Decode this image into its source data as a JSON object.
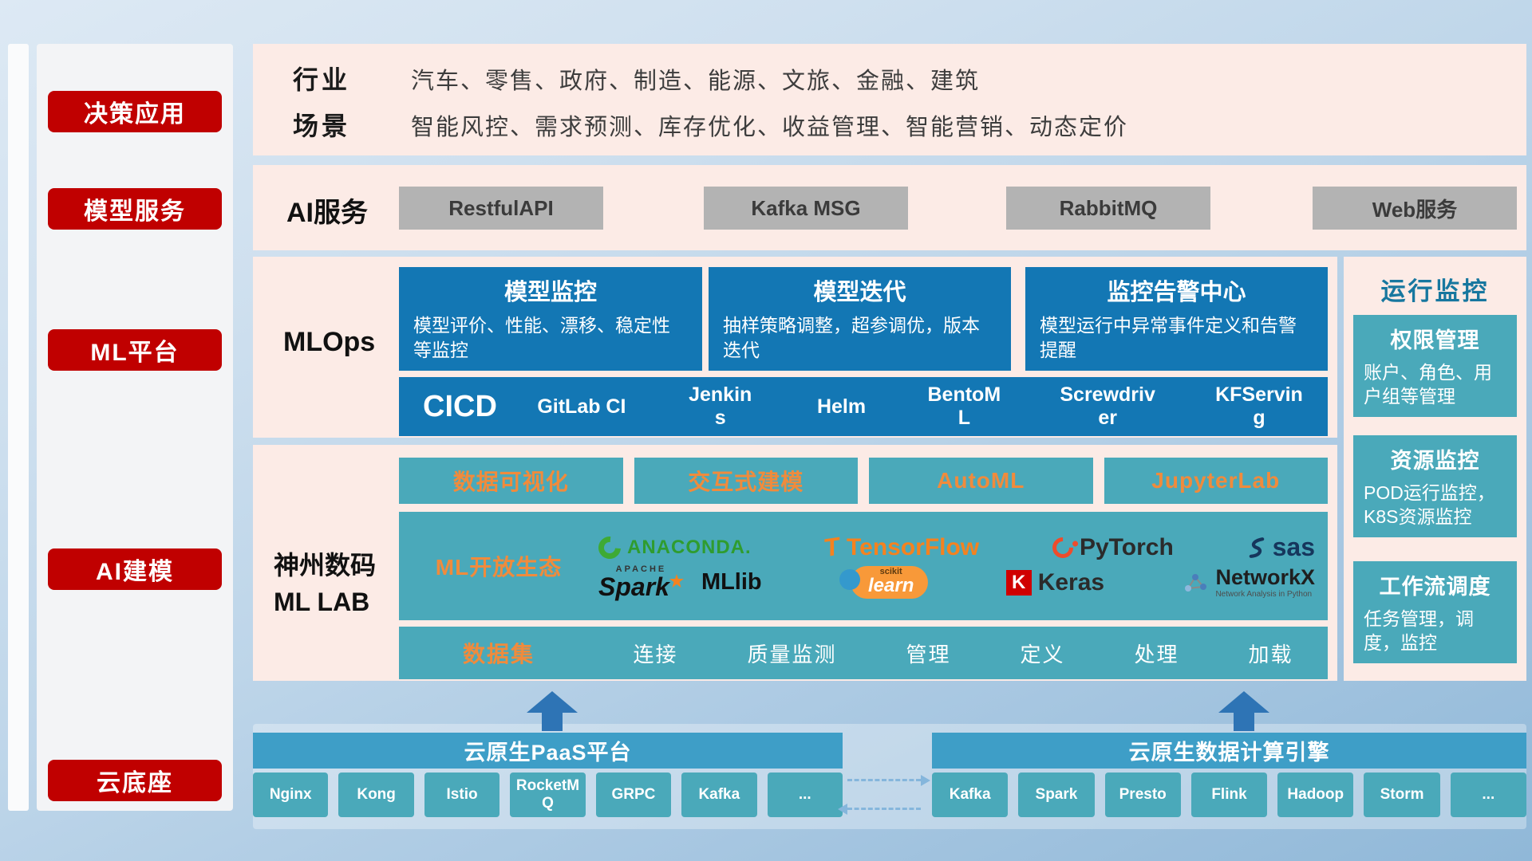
{
  "colors": {
    "accent_red": "#c00000",
    "panel_pink": "#fcebe6",
    "card_blue": "#1377b4",
    "teal": "#4aa9ba",
    "header_teal": "#3e9ec7",
    "orange_text": "#f08b3c",
    "arrow_blue": "#2e74b5"
  },
  "sidebar": {
    "items": [
      {
        "label": "决策应用"
      },
      {
        "label": "模型服务"
      },
      {
        "label": "ML平台"
      },
      {
        "label": "AI建模"
      },
      {
        "label": "云底座"
      }
    ]
  },
  "industry": {
    "row1_label": "行业",
    "row1_text": "汽车、零售、政府、制造、能源、文旅、金融、建筑",
    "row2_label": "场景",
    "row2_text": "智能风控、需求预测、库存优化、收益管理、智能营销、动态定价"
  },
  "ai_service": {
    "label": "AI服务",
    "buttons": [
      "RestfulAPI",
      "Kafka MSG",
      "RabbitMQ",
      "Web服务"
    ]
  },
  "mlops": {
    "label": "MLOps",
    "cards": [
      {
        "title": "模型监控",
        "desc": "模型评价、性能、漂移、稳定性等监控"
      },
      {
        "title": "模型迭代",
        "desc": "抽样策略调整，超参调优，版本迭代"
      },
      {
        "title": "监控告警中心",
        "desc": "模型运行中异常事件定义和告警提醒"
      }
    ],
    "cicd_label": "CICD",
    "cicd_items": [
      "GitLab CI",
      "Jenkins",
      "Helm",
      "BentoML",
      "Screwdriver",
      "KFServing"
    ]
  },
  "mllab": {
    "label_line1": "神州数码",
    "label_line2": "ML LAB",
    "top_buttons": [
      "数据可视化",
      "交互式建模",
      "AutoML",
      "JupyterLab"
    ],
    "eco_label": "ML开放生态",
    "logos": {
      "anaconda": "ANACONDA.",
      "tensorflow": "TensorFlow",
      "tf_mark": "T",
      "pytorch": "PyTorch",
      "sas": "sas",
      "spark_sub": "APACHE",
      "spark": "Spark",
      "mllib": "MLlib",
      "scikit_sub": "scikit",
      "scikit": "learn",
      "keras_k": "K",
      "keras": "Keras",
      "networkx": "NetworkX",
      "networkx_sub": "Network Analysis in Python"
    },
    "dataset_label": "数据集",
    "dataset_items": [
      "连接",
      "质量监测",
      "管理",
      "定义",
      "处理",
      "加载"
    ]
  },
  "monitor": {
    "title": "运行监控",
    "cards": [
      {
        "title": "权限管理",
        "desc": "账户、角色、用户组等管理"
      },
      {
        "title": "资源监控",
        "desc": "POD运行监控，K8S资源监控"
      },
      {
        "title": "工作流调度",
        "desc": "任务管理，调度，监控"
      }
    ]
  },
  "bottom": {
    "paas_title": "云原生PaaS平台",
    "paas_items": [
      "Nginx",
      "Kong",
      "Istio",
      "RocketMQ",
      "GRPC",
      "Kafka",
      "..."
    ],
    "engine_title": "云原生数据计算引擎",
    "engine_items": [
      "Kafka",
      "Spark",
      "Presto",
      "Flink",
      "Hadoop",
      "Storm",
      "..."
    ]
  }
}
